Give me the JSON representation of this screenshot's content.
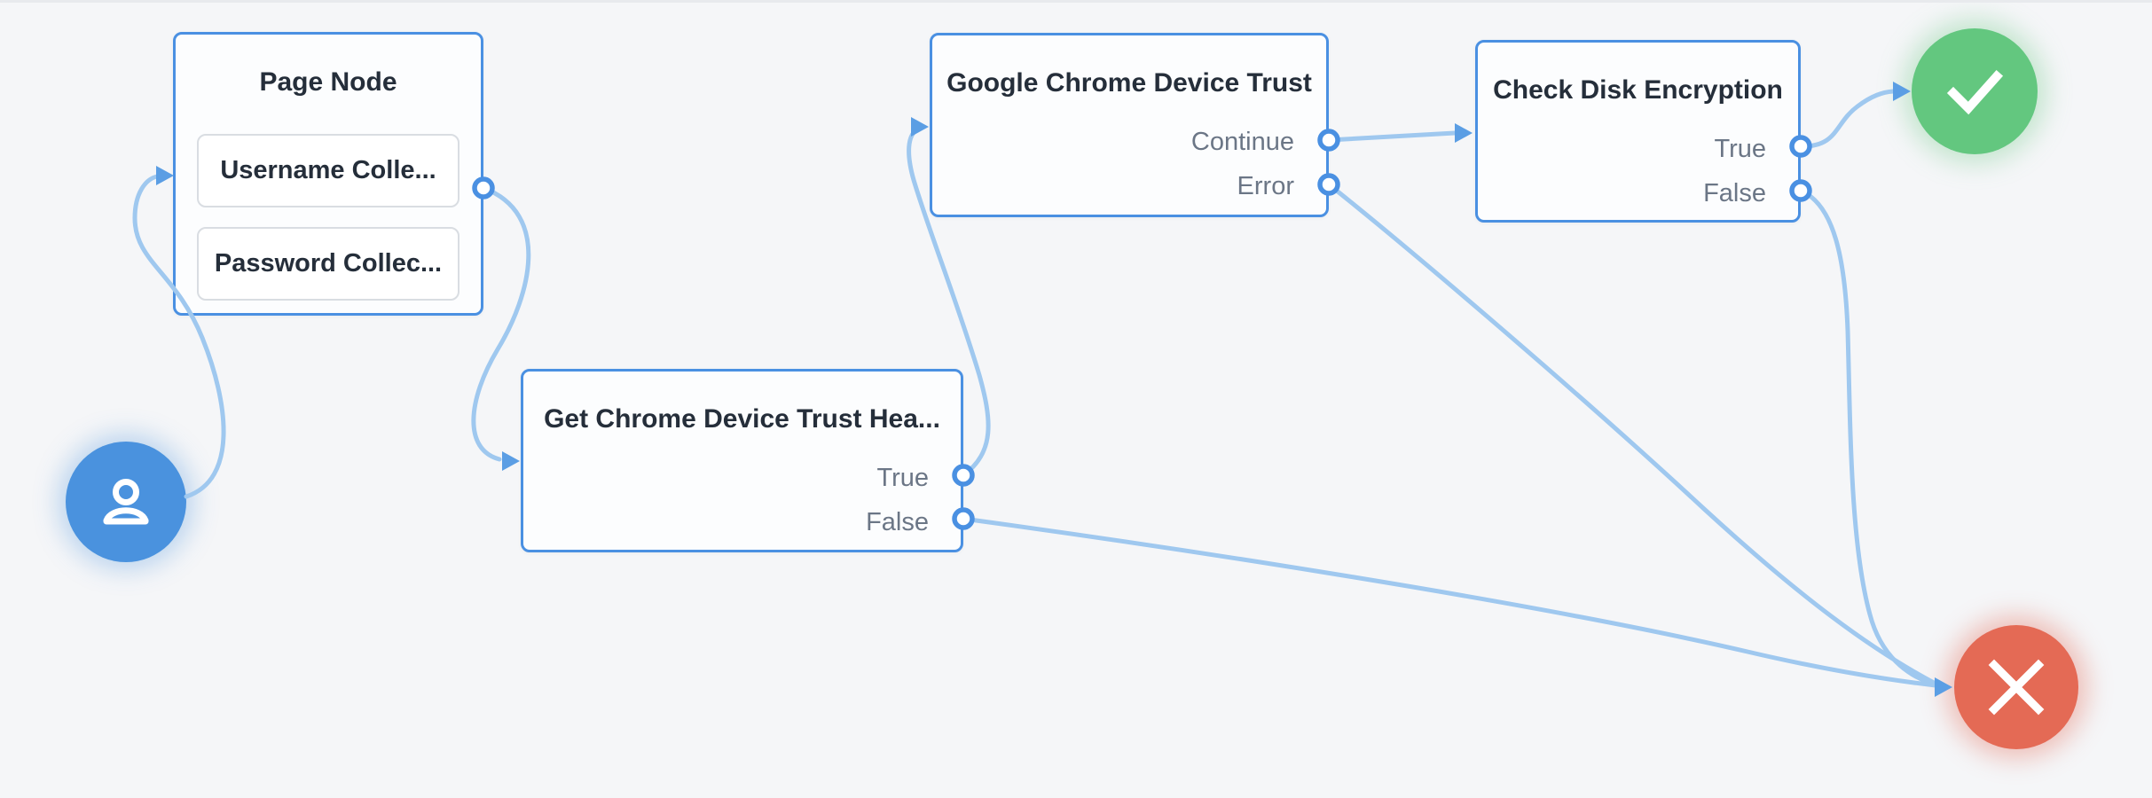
{
  "canvas": {
    "background_color": "#f5f6f8",
    "node_border_color": "#4a90e2",
    "edge_color": "#9fc8ef",
    "arrow_color": "#5b9ee4",
    "title_text_color": "#252e3a",
    "output_label_color": "#6b7686",
    "start_node_color": "#4a92de",
    "success_node_color": "#63c77f",
    "failure_node_color": "#e46a55"
  },
  "nodes": {
    "start": {
      "icon": "user-icon"
    },
    "page_node": {
      "title": "Page Node",
      "fields": [
        "Username Colle...",
        "Password Collec..."
      ]
    },
    "get_chrome": {
      "title": "Get Chrome Device Trust Hea...",
      "outputs": [
        "True",
        "False"
      ]
    },
    "google_trust": {
      "title": "Google Chrome Device Trust",
      "outputs": [
        "Continue",
        "Error"
      ]
    },
    "check_disk": {
      "title": "Check Disk Encryption",
      "outputs": [
        "True",
        "False"
      ]
    },
    "success": {
      "icon": "check-icon"
    },
    "failure": {
      "icon": "x-icon"
    }
  },
  "edges": [
    {
      "from": "start",
      "to": "page-node"
    },
    {
      "from": "page-node",
      "to": "get-chrome-device-trust-header"
    },
    {
      "from": "get-chrome-device-trust-header.True",
      "to": "google-chrome-device-trust"
    },
    {
      "from": "get-chrome-device-trust-header.False",
      "to": "failure"
    },
    {
      "from": "google-chrome-device-trust.Continue",
      "to": "check-disk-encryption"
    },
    {
      "from": "google-chrome-device-trust.Error",
      "to": "failure"
    },
    {
      "from": "check-disk-encryption.True",
      "to": "success"
    },
    {
      "from": "check-disk-encryption.False",
      "to": "failure"
    }
  ]
}
